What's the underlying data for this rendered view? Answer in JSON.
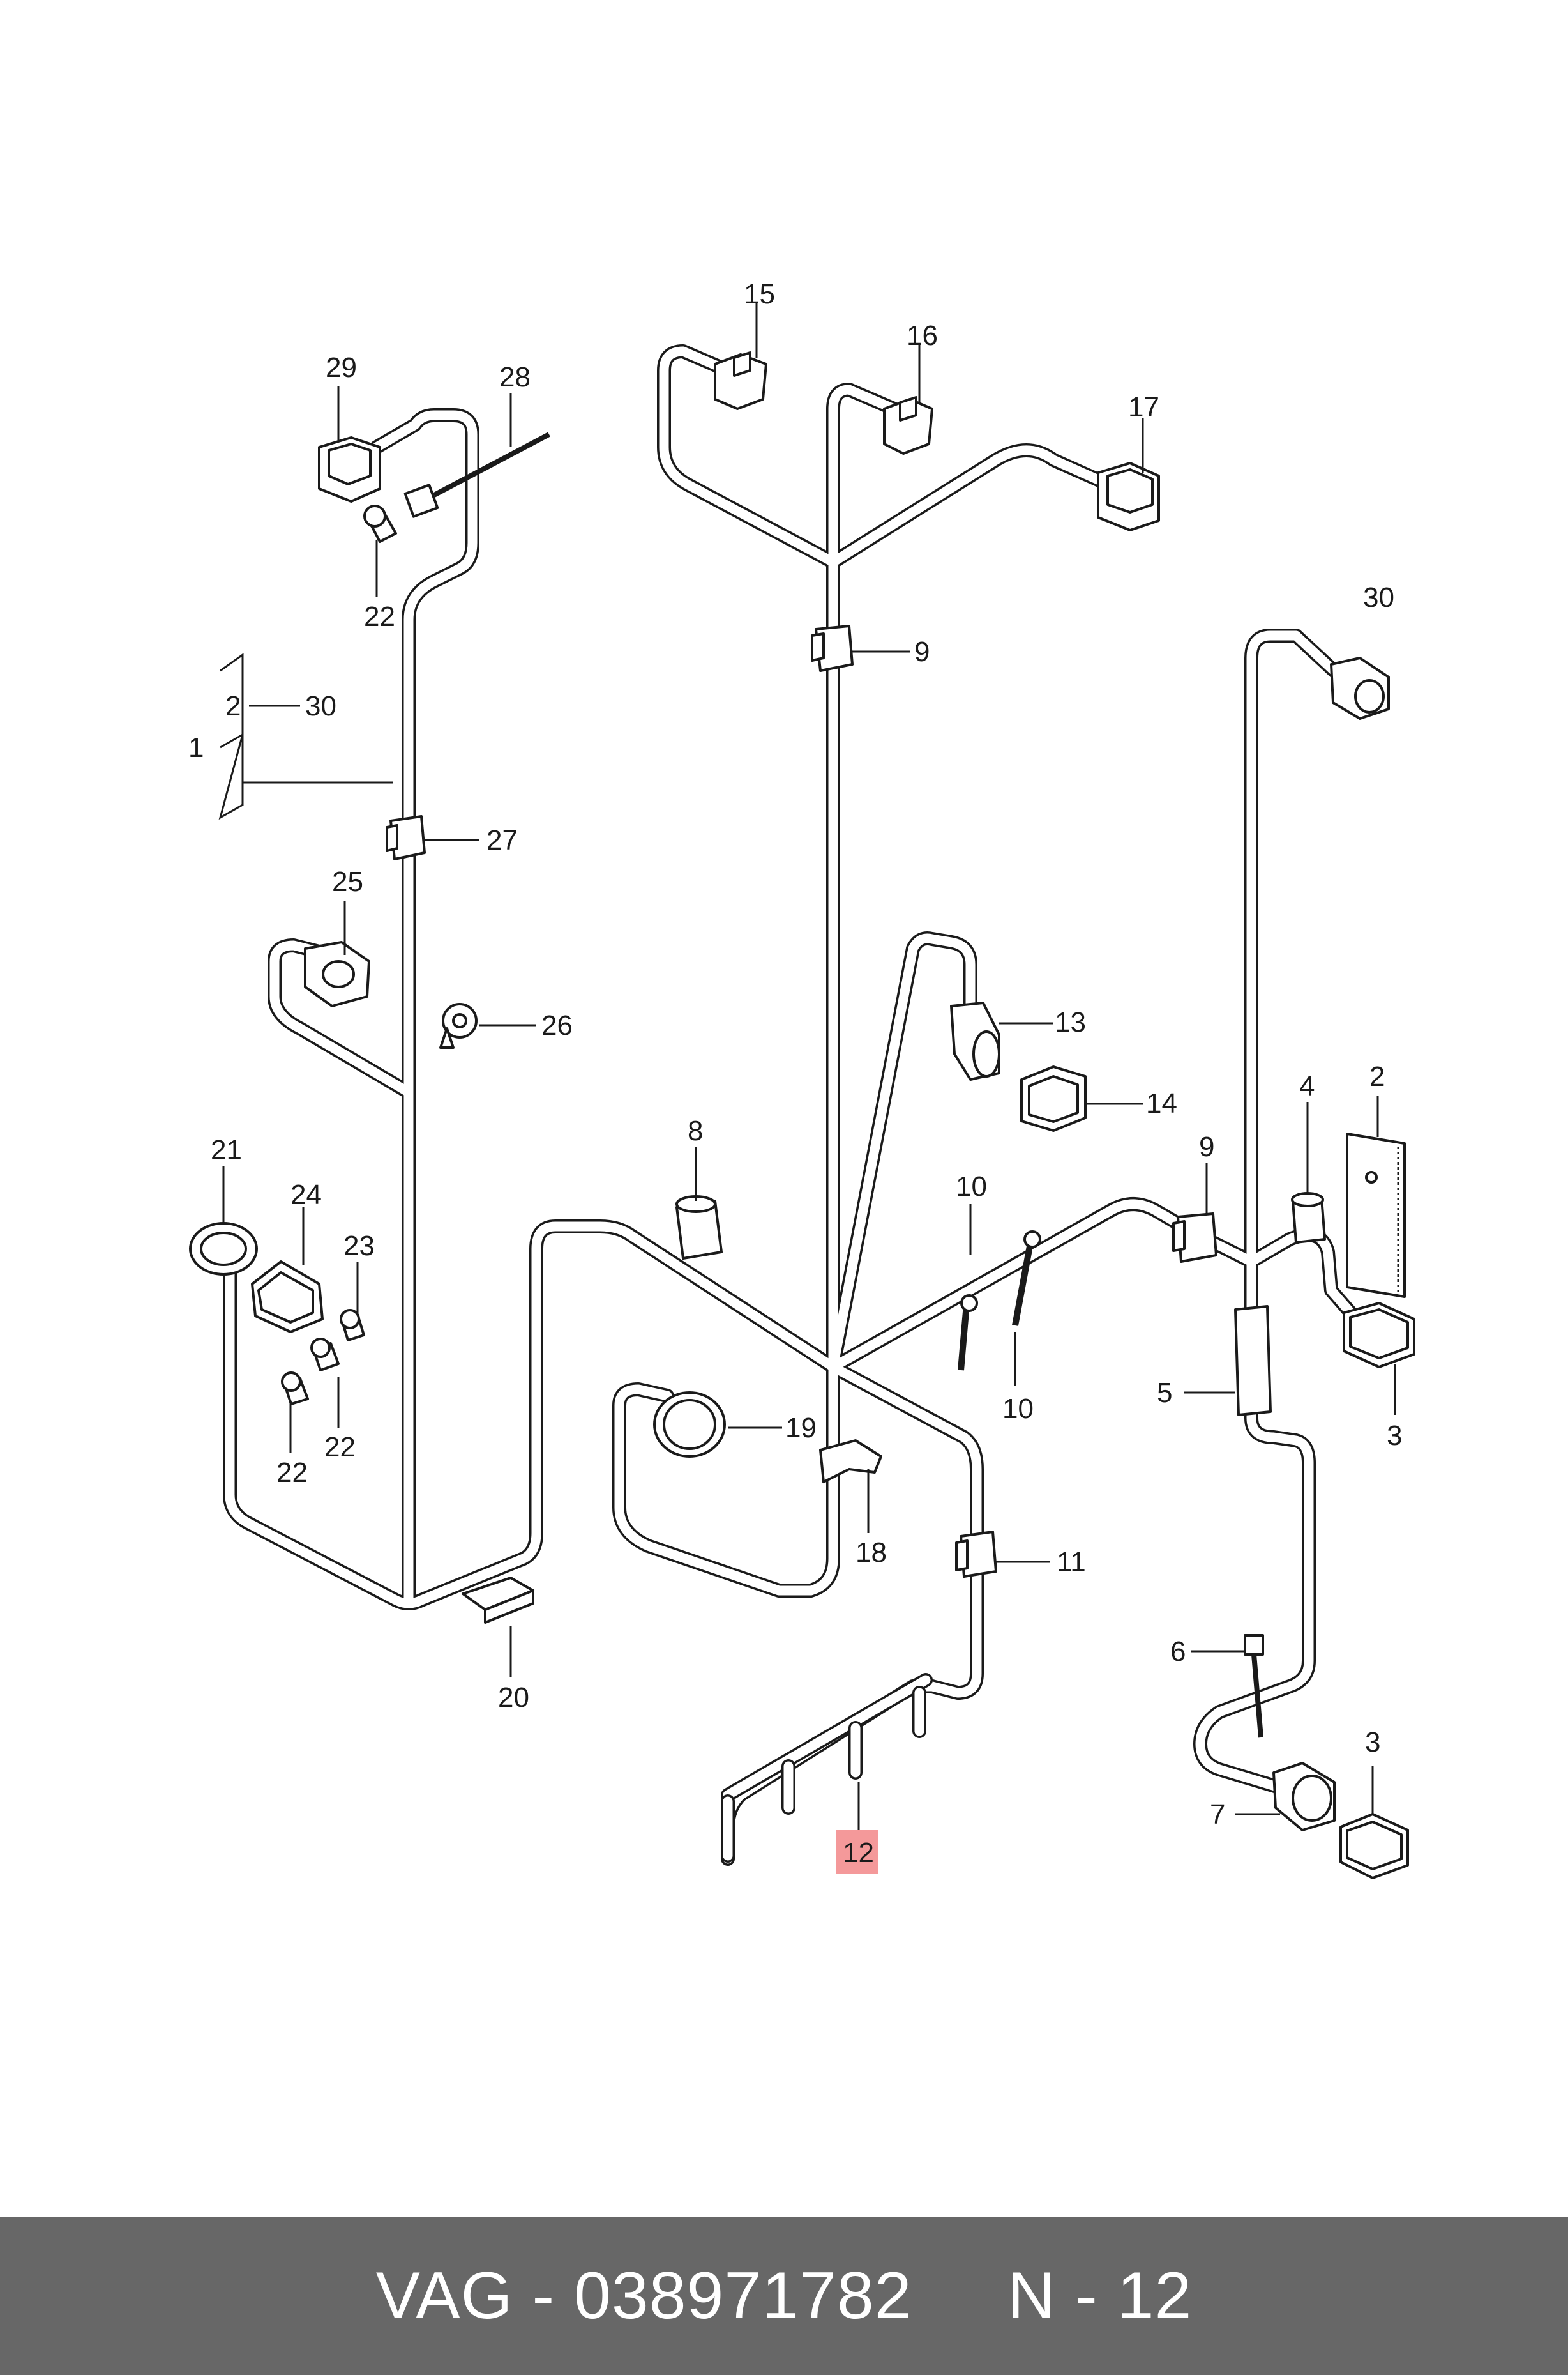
{
  "diagram": {
    "highlight_color": "#f4999a",
    "labels": {
      "l15": "15",
      "l16": "16",
      "l17": "17",
      "l28": "28",
      "l29": "29",
      "l22a": "22",
      "l9a": "9",
      "l30a": "30",
      "l2a": "2",
      "l30b": "30",
      "l1": "1",
      "l27": "27",
      "l25": "25",
      "l26": "26",
      "l13": "13",
      "l14": "14",
      "l4": "4",
      "l2b": "2",
      "l8": "8",
      "l10a": "10",
      "l9b": "9",
      "l21": "21",
      "l24": "24",
      "l23": "23",
      "l22b": "22",
      "l22c": "22",
      "l10b": "10",
      "l5": "5",
      "l3a": "3",
      "l19": "19",
      "l18": "18",
      "l11": "11",
      "l20": "20",
      "l6": "6",
      "l3b": "3",
      "l7": "7",
      "l12": "12"
    }
  },
  "footer": {
    "brand": "VAG",
    "separator": "-",
    "part_number": "038971782",
    "ref_prefix": "N",
    "ref_separator": "-",
    "ref_number": "12",
    "background": "#676767"
  }
}
